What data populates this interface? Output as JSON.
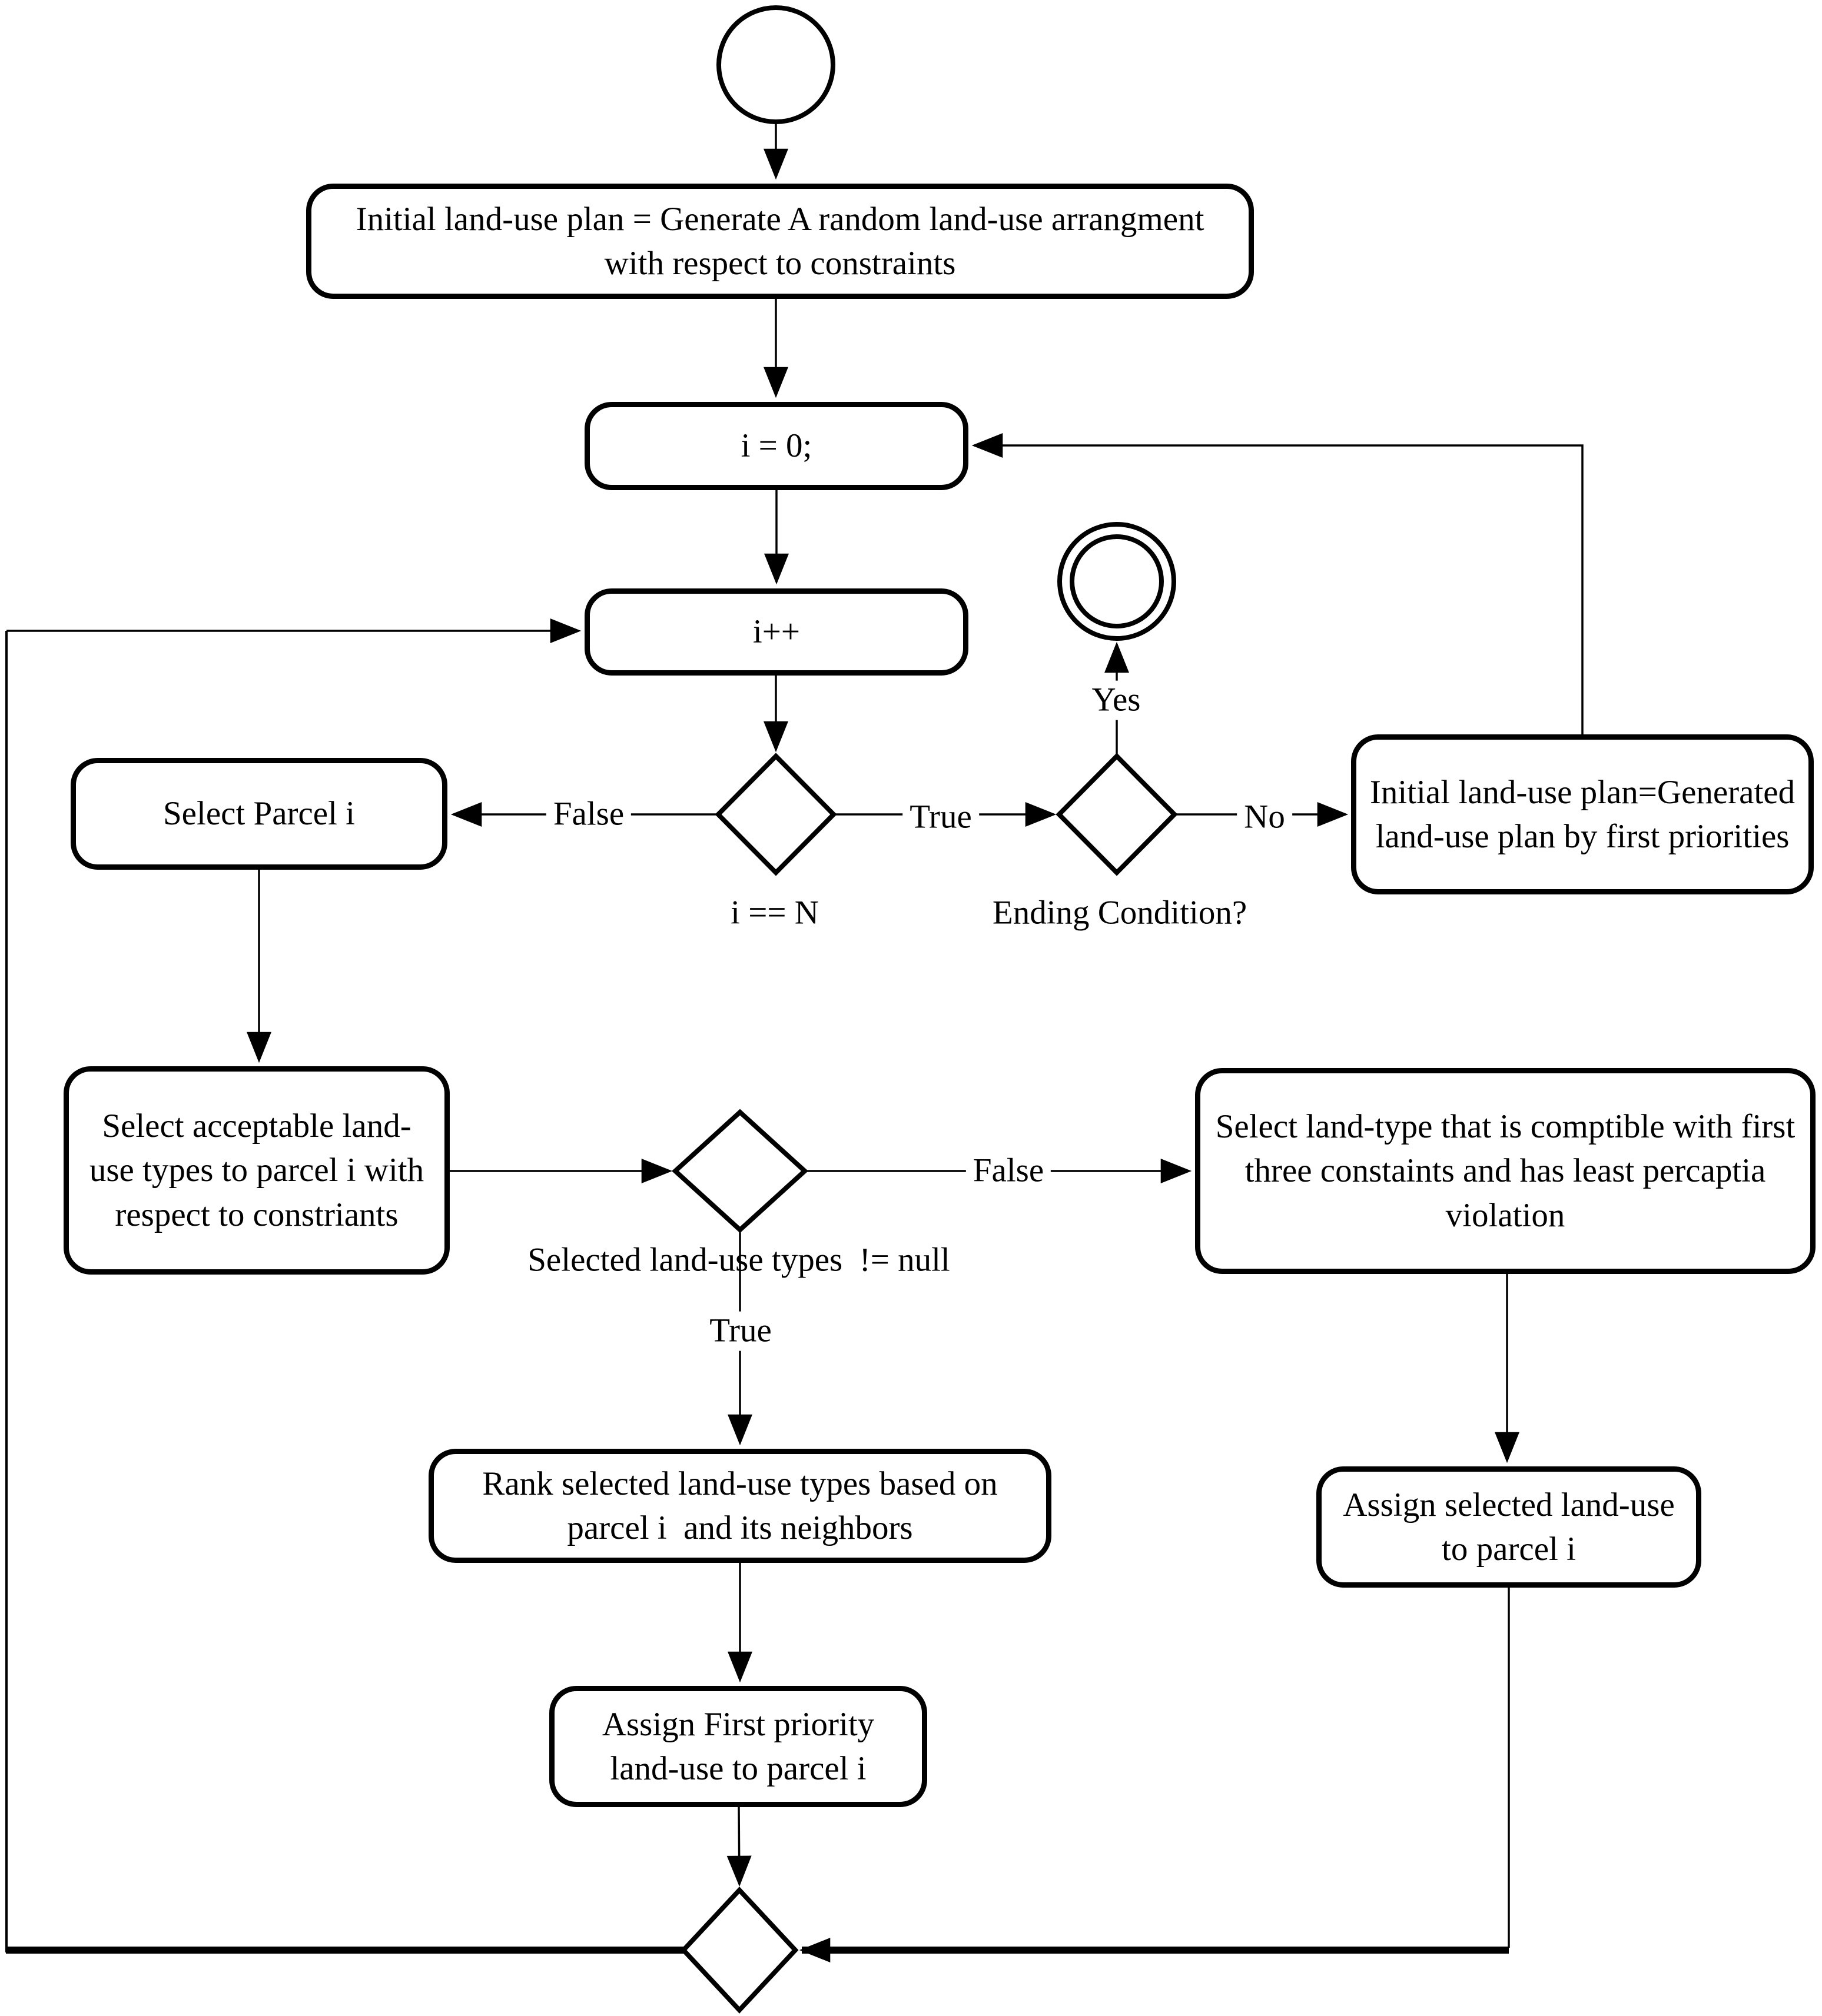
{
  "colors": {
    "stroke": "#000000",
    "background": "#ffffff",
    "text": "#000000"
  },
  "nodes": {
    "initial_plan": {
      "label": "Initial land-use plan = Generate A random land-use arrangment with respect to constraints"
    },
    "i_zero": {
      "label": "i = 0;"
    },
    "i_increment": {
      "label": "i++"
    },
    "select_parcel": {
      "label": "Select Parcel i"
    },
    "regenerate_plan": {
      "label": "Initial land-use plan=Generated land-use plan by first priorities"
    },
    "select_acceptable": {
      "label": "Select acceptable land-use types to parcel i with respect to constriants"
    },
    "select_landtype": {
      "label": "Select land-type that is comptible with first three constaints and has least percaptia violation"
    },
    "rank_types": {
      "label": "Rank selected land-use types based on parcel i  and its neighbors"
    },
    "assign_first": {
      "label": "Assign First priority land-use to parcel i"
    },
    "assign_selected": {
      "label": "Assign selected land-use to parcel i"
    }
  },
  "decisions": {
    "i_equals_n": {
      "label": "i == N"
    },
    "ending_condition": {
      "label": "Ending Condition?"
    },
    "types_not_null": {
      "label": "Selected land-use types  != null"
    }
  },
  "edge_labels": {
    "false_parcel": "False",
    "true_ending": "True",
    "yes_end": "Yes",
    "no_regenerate": "No",
    "false_landtype": "False",
    "true_rank": "True"
  }
}
